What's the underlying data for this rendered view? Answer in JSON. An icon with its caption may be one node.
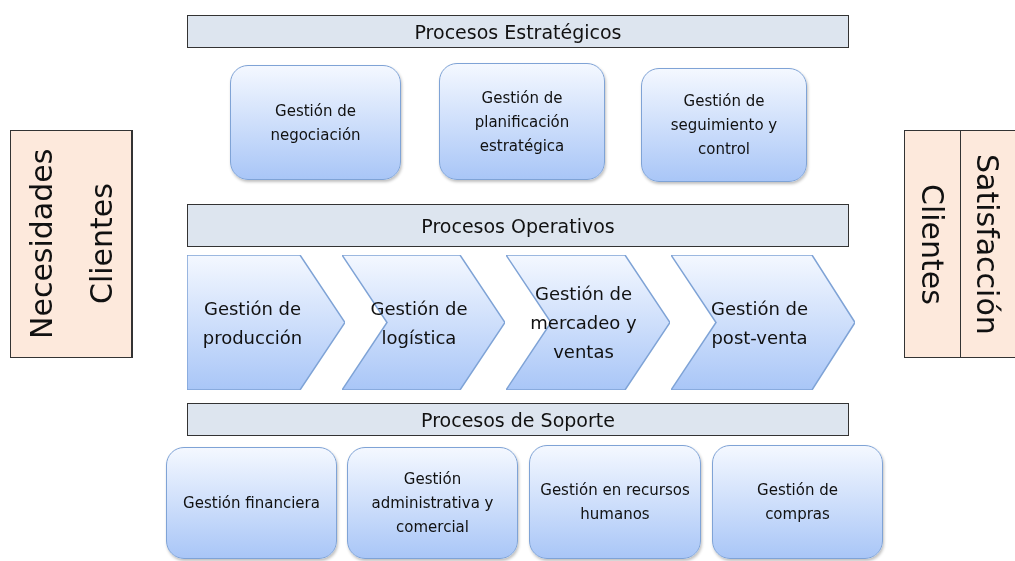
{
  "diagram": {
    "nodes": [
      {
        "text": [
          "Necesidades",
          "Clientes"
        ]
      },
      {
        "text": [
          "Procesos Estratégicos"
        ]
      },
      {
        "text": [
          "Gestión de negociación"
        ]
      },
      {
        "text": [
          "Gestión de planificación estratégica"
        ]
      },
      {
        "text": [
          "Gestión de seguimiento y control"
        ]
      },
      {
        "text": [
          "Procesos Operativos"
        ]
      },
      {
        "text": [
          "Gestión de producción"
        ]
      },
      {
        "text": [
          "Gestión de logística"
        ]
      },
      {
        "text": [
          "Gestión de mercadeo y ventas"
        ]
      },
      {
        "text": [
          "Gestión de post-venta"
        ]
      },
      {
        "text": [
          "Procesos de Soporte"
        ]
      },
      {
        "text": [
          "Gestión financiera"
        ]
      },
      {
        "text": [
          "Gestión administrativa y comercial"
        ]
      },
      {
        "text": [
          "Gestión en recursos humanos"
        ]
      },
      {
        "text": [
          "Gestión de compras"
        ]
      },
      {
        "text": [
          "Clientes",
          "Satisfacción"
        ]
      }
    ]
  }
}
